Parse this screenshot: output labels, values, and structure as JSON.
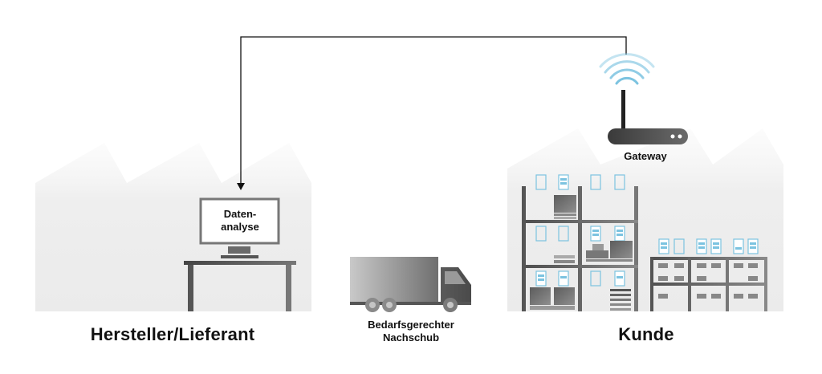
{
  "left_site": {
    "label": "Hersteller/Lieferant",
    "monitor_text_line1": "Daten-",
    "monitor_text_line2": "analyse"
  },
  "middle": {
    "label_line1": "Bedarfsgerechter",
    "label_line2": "Nachschub"
  },
  "right_site": {
    "label": "Kunde",
    "gateway_label": "Gateway"
  },
  "colors": {
    "building": "#eeeeee",
    "line": "#111111",
    "wifi": "#7cc3e0",
    "box_fill": "#7cc3e0",
    "shelf": "#666666"
  }
}
